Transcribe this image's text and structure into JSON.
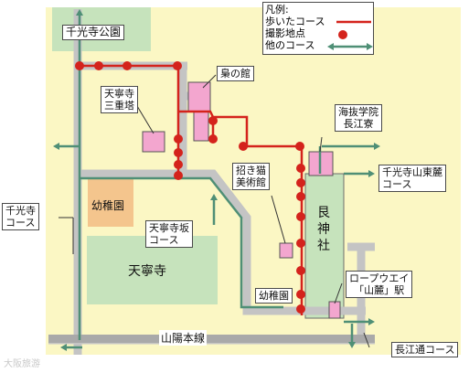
{
  "legend": {
    "title": "凡例:",
    "walked_course": "歩いたコース",
    "photo_spot": "撮影地点",
    "other_course": "他のコース"
  },
  "places": {
    "senkoji_park": "千光寺公園",
    "tennei_pagoda_1": "天寧寺",
    "tennei_pagoda_2": "三重塔",
    "fukuro_no_yakata": "梟の館",
    "kaibatsu_1": "海抜学院",
    "kaibatsu_2": "長江寮",
    "manekineko_1": "招き猫",
    "manekineko_2": "美術館",
    "kindergarten_west": "幼稚園",
    "kindergarten_east": "幼稚園",
    "tenneiji": "天寧寺",
    "ushitora_shrine": [
      "艮",
      "神",
      "社"
    ],
    "sanyo_line": "山陽本線"
  },
  "courses": {
    "senkoji_course_1": "千光寺",
    "senkoji_course_2": "コース",
    "tenneiji_saka_1": "天寧寺坂",
    "tenneiji_saka_2": "コース",
    "sanroku_1": "千光寺山東麓",
    "sanroku_2": "コース",
    "ropeway_1": "ロープウエイ",
    "ropeway_2": "「山麓」駅",
    "nagaedori": "長江通コース"
  },
  "watermark": "大阪旅游",
  "colors": {
    "map_bg": "#fbf7c4",
    "road": "#c4c4c4",
    "green": "#c6e3bc",
    "pink": "#f3a6cf",
    "walked": "#d4231c",
    "other": "#4f8f76"
  }
}
